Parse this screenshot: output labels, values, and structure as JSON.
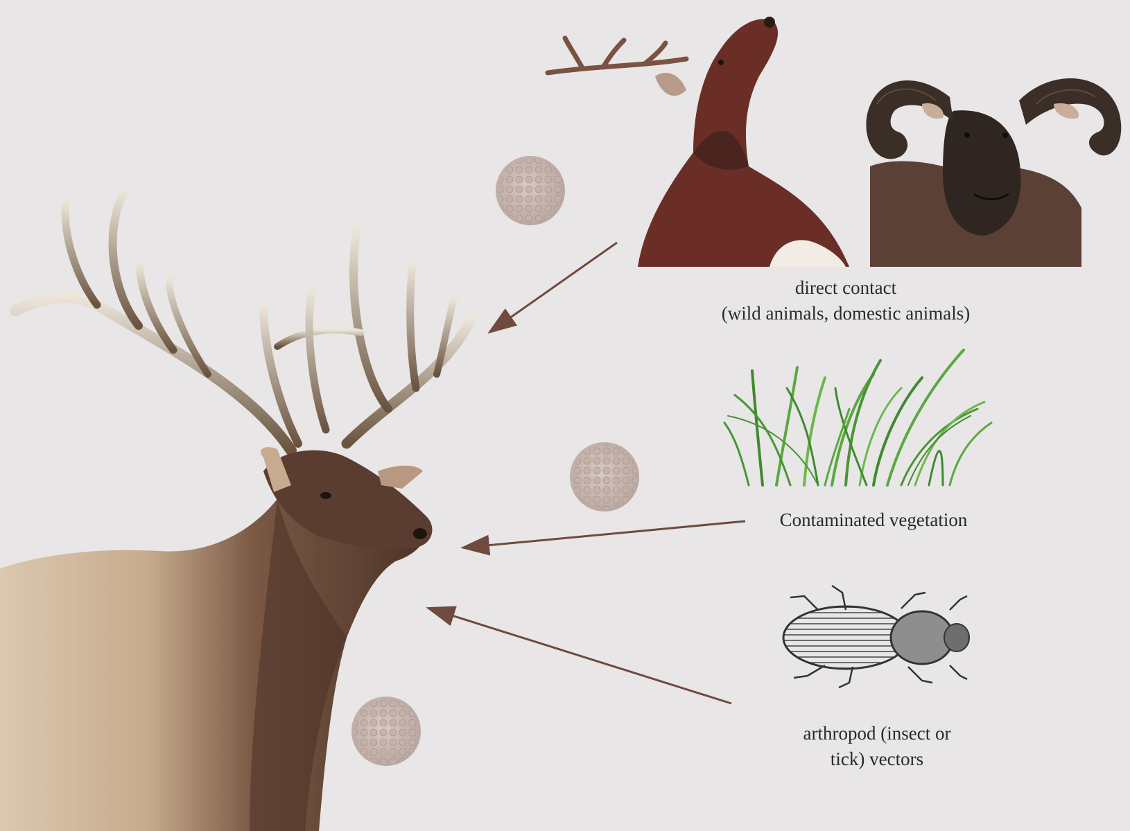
{
  "labels": {
    "direct_contact": [
      "direct contact",
      "(wild animals, domestic animals)"
    ],
    "vegetation": "Contaminated vegetation",
    "arthropod": [
      "arthropod (insect or",
      "tick) vectors"
    ]
  },
  "colors": {
    "background": "#e8e6e7",
    "arrow": "#6e4a3f",
    "virion": "#c9b9b4",
    "grass": "#4e9a3a",
    "elk_body": "#6b4a3a",
    "elk_rump": "#d8c6ad"
  },
  "icons": [
    "elk-illustration",
    "deer-illustration",
    "ram-illustration",
    "grass-illustration",
    "beetle-illustration",
    "virus-particle-icon"
  ]
}
